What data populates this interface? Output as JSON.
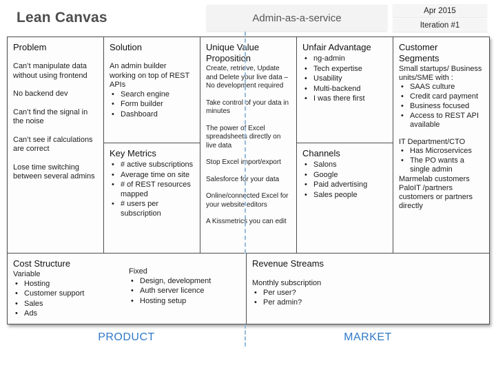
{
  "header": {
    "title": "Lean Canvas",
    "project_name": "Admin-as-a-service",
    "date": "Apr 2015",
    "iteration": "Iteration #1"
  },
  "cells": {
    "problem": {
      "title": "Problem",
      "paragraphs": [
        "Can’t manipulate data without using frontend",
        "No backend dev",
        "Can’t find the signal in the noise",
        "Can’t see if calculations are correct",
        "Lose time switching between several admins"
      ]
    },
    "solution": {
      "title": "Solution",
      "intro": "An admin builder working on top of REST APIs",
      "bullets": [
        "Search engine",
        "Form builder",
        "Dashboard"
      ]
    },
    "key_metrics": {
      "title": "Key Metrics",
      "bullets": [
        "# active subscriptions",
        "Average time on site",
        "# of REST resources mapped",
        "# users per subscription"
      ]
    },
    "uvp": {
      "title": "Unique Value Proposition",
      "paragraphs": [
        "Create, retrieve, Update and Delete your live data – No development required",
        "Take control of your data in minutes",
        "The power of Excel spreadsheets directly on live data",
        "Stop Excel import/export",
        "Salesforce for your data",
        "Online/connected Excel for your website editors",
        "A Kissmetrics you can edit"
      ]
    },
    "unfair_advantage": {
      "title": "Unfair Advantage",
      "bullets": [
        "ng-admin",
        "Tech expertise",
        "Usability",
        "Multi-backend",
        "I was there first"
      ]
    },
    "channels": {
      "title": "Channels",
      "bullets": [
        "Salons",
        "Google",
        "Paid advertising",
        "Sales people"
      ]
    },
    "customer_segments": {
      "title": "Customer Segments",
      "intro": "Small startups/ Business units/SME with :",
      "bullets": [
        "SAAS culture",
        "Credit card payment",
        "Business focused",
        "Access to REST API available"
      ],
      "it_title": "IT Department/CTO",
      "it_bullets": [
        "Has Microservices",
        "The PO wants a single admin"
      ],
      "paragraph1": "Marmelab customers",
      "paragraph2": "PaloIT /partners customers or partners directly"
    },
    "cost_structure": {
      "title": "Cost Structure",
      "variable_label": "Variable",
      "variable_bullets": [
        "Hosting",
        "Customer support",
        "Sales",
        "Ads"
      ],
      "fixed_label": "Fixed",
      "fixed_bullets": [
        "Design, development",
        "Auth server licence",
        "Hosting setup"
      ]
    },
    "revenue_streams": {
      "title": "Revenue Streams",
      "intro": "Monthly subscription",
      "bullets": [
        "Per user?",
        "Per admin?"
      ]
    }
  },
  "footer": {
    "product_label": "PRODUCT",
    "market_label": "MARKET"
  },
  "colors": {
    "accent_blue": "#2e79c7",
    "dashed_line_blue": "#93bbdc",
    "border_gray": "#4d4d4d",
    "title_gray": "#4d4d4d",
    "header_box_bg": "#f3f3f3"
  }
}
